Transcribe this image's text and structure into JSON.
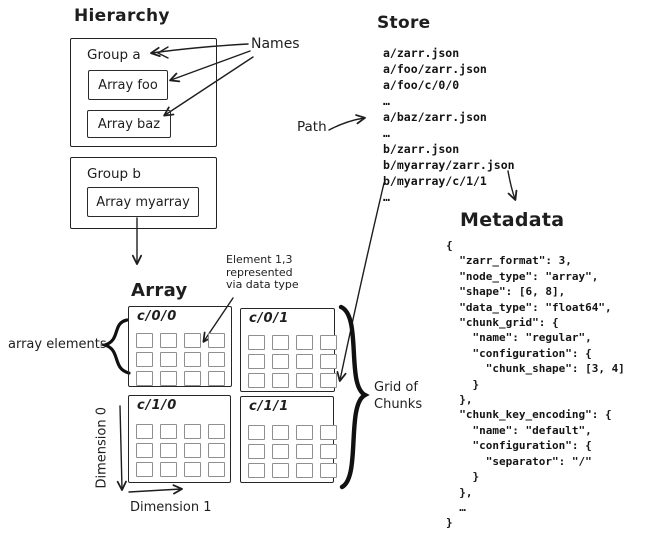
{
  "colors": {
    "ink": "#1e1e1e",
    "element_stroke": "#8f8f8f",
    "background": "#ffffff"
  },
  "hierarchy": {
    "title": "Hierarchy",
    "names_label": "Names",
    "group_a": {
      "label": "Group a",
      "arrays": [
        {
          "label": "Array foo"
        },
        {
          "label": "Array baz"
        }
      ]
    },
    "group_b": {
      "label": "Group b",
      "arrays": [
        {
          "label": "Array myarray"
        }
      ]
    }
  },
  "store": {
    "title": "Store",
    "path_label": "Path",
    "entries": [
      "a/zarr.json",
      "a/foo/zarr.json",
      "a/foo/c/0/0",
      "…",
      "a/baz/zarr.json",
      "…",
      "b/zarr.json",
      "b/myarray/zarr.json",
      "b/myarray/c/1/1",
      "…"
    ]
  },
  "array": {
    "title": "Array",
    "elements_label": "array elements",
    "element_note_lines": [
      "Element 1,3",
      "represented",
      "via data type"
    ],
    "grid_label_lines": [
      "Grid of",
      "Chunks"
    ],
    "dimension0_label": "Dimension 0",
    "dimension1_label": "Dimension 1",
    "chunks": [
      {
        "label": "c/0/0",
        "rows": 3,
        "cols": 4
      },
      {
        "label": "c/0/1",
        "rows": 3,
        "cols": 4
      },
      {
        "label": "c/1/0",
        "rows": 3,
        "cols": 4
      },
      {
        "label": "c/1/1",
        "rows": 3,
        "cols": 4
      }
    ]
  },
  "metadata": {
    "title": "Metadata",
    "json_lines": [
      "{",
      "  \"zarr_format\": 3,",
      "  \"node_type\": \"array\",",
      "  \"shape\": [6, 8],",
      "  \"data_type\": \"float64\",",
      "  \"chunk_grid\": {",
      "    \"name\": \"regular\",",
      "    \"configuration\": {",
      "      \"chunk_shape\": [3, 4]",
      "    }",
      "  },",
      "  \"chunk_key_encoding\": {",
      "    \"name\": \"default\",",
      "    \"configuration\": {",
      "      \"separator\": \"/\"",
      "    }",
      "  },",
      "  …",
      "}"
    ]
  }
}
